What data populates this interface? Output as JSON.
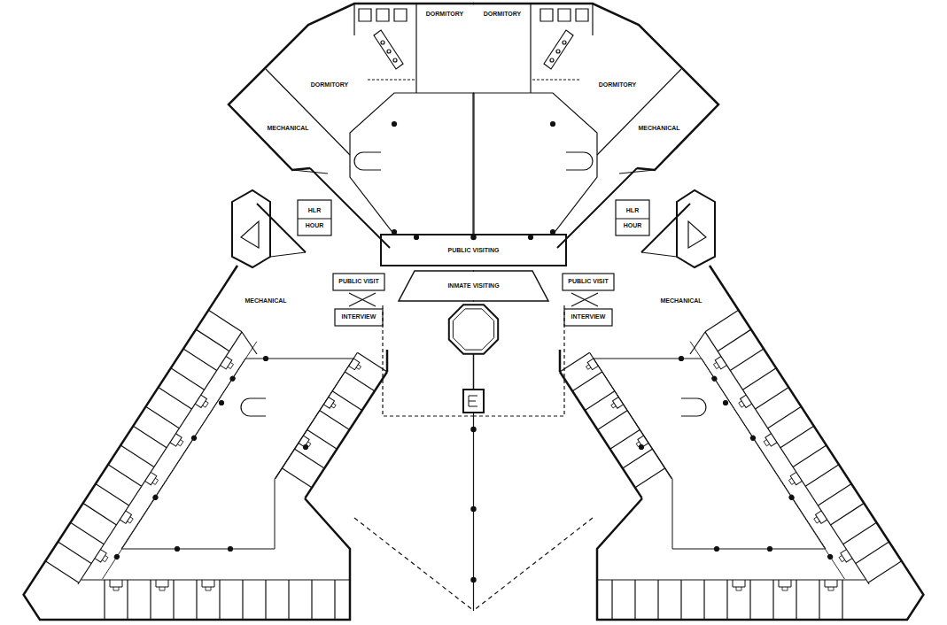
{
  "diagram": {
    "nodes": [
      {
        "text": [
          "DORMITORY"
        ]
      },
      {
        "text": [
          "DORMITORY"
        ]
      },
      {
        "text": [
          "DORMITORY"
        ]
      },
      {
        "text": [
          "DORMITORY"
        ]
      },
      {
        "text": [
          "MECHANICAL"
        ]
      },
      {
        "text": [
          "MECHANICAL"
        ]
      },
      {
        "text": [
          "HLR"
        ]
      },
      {
        "text": [
          "HLR"
        ]
      },
      {
        "text": [
          "HOUR"
        ]
      },
      {
        "text": [
          "HOUR"
        ]
      },
      {
        "text": [
          "PUBLIC VISITING"
        ]
      },
      {
        "text": [
          "PUBLIC VISIT"
        ]
      },
      {
        "text": [
          "INMATE VISITING"
        ]
      },
      {
        "text": [
          "PUBLIC VISIT"
        ]
      },
      {
        "text": [
          "MECHANICAL"
        ]
      },
      {
        "text": [
          "MECHANICAL"
        ]
      },
      {
        "text": [
          "INTERVIEW"
        ]
      },
      {
        "text": [
          "INTERVIEW"
        ]
      }
    ]
  }
}
